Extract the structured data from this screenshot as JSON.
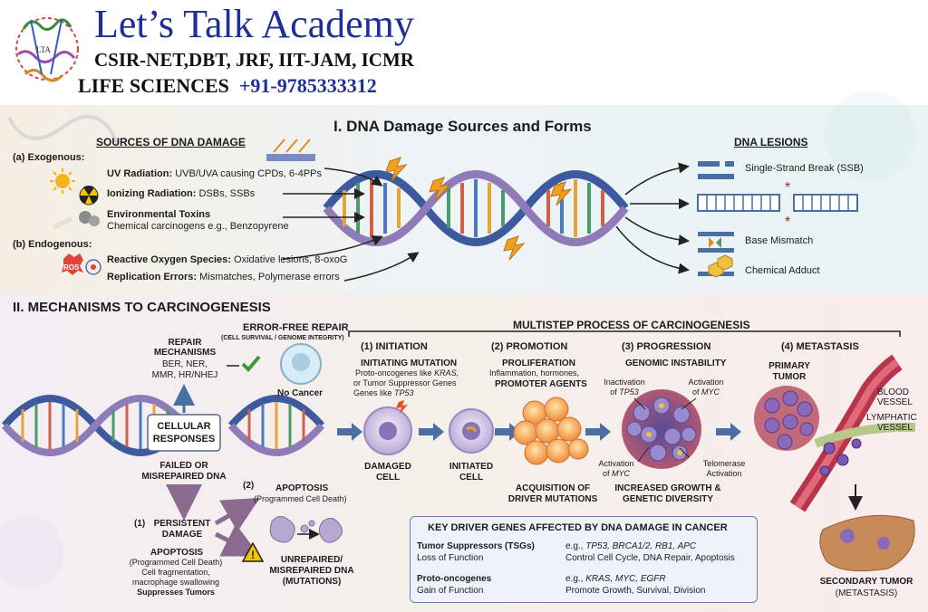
{
  "brand": {
    "title": "Let’s Talk Academy",
    "subtitle": "CSIR-NET,DBT, JRF, IIT-JAM, ICMR",
    "tag": "LIFE SCIENCES",
    "phone": "+91-9785333312",
    "logo_text": "LTA"
  },
  "section1": {
    "title": "I. DNA Damage Sources and Forms",
    "sources_heading": "SOURCES OF DNA DAMAGE",
    "exogenous_label": "(a) Exogenous:",
    "endogenous_label": "(b) Endogenous:",
    "uv": {
      "name": "UV Radiation:",
      "desc": "UVB/UVA causing CPDs, 6-4PPs"
    },
    "ionizing": {
      "name": "Ionizing Radiation:",
      "desc": "DSBs, SSBs"
    },
    "toxins": {
      "name": "Environmental Toxins",
      "desc": "Chemical carcinogens e.g., Benzopyrene"
    },
    "ros": {
      "name": "Reactive Oxygen Species:",
      "desc": "Oxidative lesions, 8-oxoG",
      "badge": "ROS"
    },
    "replication": {
      "name": "Replication Errors:",
      "desc": "Mismatches, Polymerase errors"
    },
    "lesions_heading": "DNA LESIONS",
    "lesions": [
      "Single-Strand Break (SSB)",
      "",
      "Base Mismatch",
      "Chemical Adduct"
    ]
  },
  "section2": {
    "title": "II. MECHANISMS TO CARCINOGENESIS",
    "error_free": {
      "title": "ERROR-FREE REPAIR",
      "sub": "(CELL SURVIVAL / GENOME INTEGRITY)"
    },
    "repair": {
      "title1": "REPAIR",
      "title2": "MECHANISMS",
      "line1": "BER, NER,",
      "line2": "MMR, HR/NHEJ"
    },
    "no_cancer": "No Cancer",
    "cellular_responses1": "CELLULAR",
    "cellular_responses2": "RESPONSES",
    "failed1": "FAILED OR",
    "failed2": "MISREPAIRED DNA",
    "persistent": {
      "num": "1",
      "line1": "PERSISTENT",
      "line2": "DAMAGE"
    },
    "apoptosis_left": {
      "title": "APOPTOSIS",
      "l1": "(Programmed Cell Death)",
      "l2": "Cell fragmentation,",
      "l3": "macrophage swallowing",
      "l4": "Suppresses Tumors"
    },
    "apoptosis2": {
      "num": "2",
      "title": "APOPTOSIS",
      "sub": "(Programmed Cell Death)"
    },
    "unrepaired": {
      "l1": "UNREPAIRED/",
      "l2": "MISREPAIRED DNA",
      "l3": "(MUTATIONS)"
    },
    "multistep_title": "MULTISTEP PROCESS OF CARCINOGENESIS",
    "steps": [
      {
        "num": "1",
        "name": "INITIATION"
      },
      {
        "num": "2",
        "name": "PROMOTION"
      },
      {
        "num": "3",
        "name": "PROGRESSION"
      },
      {
        "num": "4",
        "name": "METASTASIS"
      }
    ],
    "initiation": {
      "head": "INITIATING MUTATION",
      "l1": "Proto-oncogenes like",
      "l1i": "KRAS,",
      "l2": "or Tumor Suppressor Genes",
      "l3": "Genes like",
      "l3i": "TP53"
    },
    "promotion": {
      "head": "PROLIFERATION",
      "l1": "Inflammation, hormones,",
      "l2": "PROMOTER AGENTS"
    },
    "progression": {
      "head": "GENOMIC INSTABILITY",
      "inact": "Inactivation",
      "inact_of": "of",
      "inact_gene": "TP53",
      "act": "Activation",
      "act_of": "of",
      "act_gene": "MYC",
      "act2": "Activation",
      "act2_of": "of",
      "act2_gene": "MYC",
      "telo1": "Telomerase",
      "telo2": "Activation"
    },
    "metastasis": {
      "primary1": "PRIMARY",
      "primary2": "TUMOR",
      "blood1": "BLOOD",
      "blood2": "VESSEL",
      "lymph1": "LYMPHATIC",
      "lymph2": "VESSEL",
      "secondary1": "SECONDARY TUMOR",
      "secondary2": "(METASTASIS)"
    },
    "cells": {
      "damaged1": "DAMAGED",
      "damaged2": "CELL",
      "initiated1": "INITIATED",
      "initiated2": "CELL"
    },
    "acquisition1": "ACQUISITION OF",
    "acquisition2": "DRIVER MUTATIONS",
    "increased1": "INCREASED GROWTH &",
    "increased2": "GENETIC DIVERSITY",
    "key_box": {
      "title": "KEY DRIVER GENES AFFECTED BY DNA DAMAGE IN CANCER",
      "tsg_name": "Tumor Suppressors (TSGs)",
      "tsg_sub": "Loss of Function",
      "tsg_pre": "e.g.,",
      "tsg_genes": "TP53, BRCA1/2, RB1, APC",
      "tsg_effect": "Control Cell Cycle, DNA Repair, Apoptosis",
      "onc_name": "Proto-oncogenes",
      "onc_sub": "Gain of Function",
      "onc_pre": "e.g.,",
      "onc_genes": "KRAS, MYC, EGFR",
      "onc_effect": "Promote Growth, Survival, Division"
    }
  },
  "colors": {
    "brand_blue": "#1f2f9a",
    "dna_blue": "#3d5a9e",
    "dna_purple": "#8f7bb8",
    "lightning": "#f0a020",
    "tumor_purple": "#8a6fb0",
    "vessel_red": "#b8344a"
  }
}
